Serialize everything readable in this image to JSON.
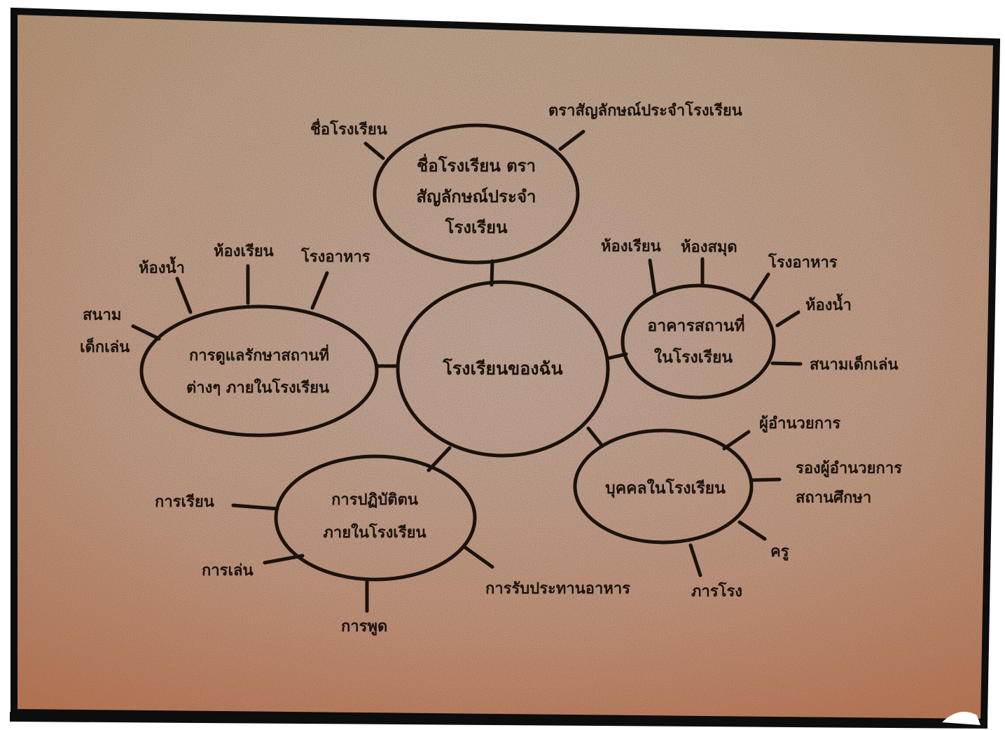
{
  "nodes": {
    "center": {
      "label": "โรงเรียนของฉัน"
    },
    "top": {
      "lines": [
        "ชื่อโรงเรียน ตรา",
        "สัญลักษณ์ประจำ",
        "โรงเรียน"
      ]
    },
    "right": {
      "lines": [
        "อาคารสถานที่",
        "ในโรงเรียน"
      ]
    },
    "left": {
      "lines": [
        "การดูแลรักษาสถานที่",
        "ต่างๆ ภายในโรงเรียน"
      ]
    },
    "bottom_left": {
      "lines": [
        "การปฏิบัติตน",
        "ภายในโรงเรียน"
      ]
    },
    "bottom_right": {
      "lines": [
        "บุคคลในโรงเรียน"
      ]
    }
  },
  "leaves": {
    "top": [
      "ชื่อโรงเรียน",
      "ตราสัญลักษณ์ประจำโรงเรียน"
    ],
    "left": [
      "ห้องน้ำ",
      "ห้องเรียน",
      "โรงอาหาร",
      "สนาม",
      "เด็กเล่น"
    ],
    "right": [
      "ห้องเรียน",
      "ห้องสมุด",
      "โรงอาหาร",
      "ห้องน้ำ",
      "สนามเด็กเล่น"
    ],
    "bottom_left": [
      "การเรียน",
      "การเล่น",
      "การพูด",
      "การรับประทานอาหาร"
    ],
    "bottom_right": [
      "ผู้อำนวยการ",
      "รองผู้อำนวยการ",
      "สถานศึกษา",
      "ครู",
      "ภารโรง"
    ]
  },
  "colors": {
    "background_light": "#c4a898",
    "background_warm": "#c88a6a",
    "ink": "#1a120c",
    "frame": "#0d0d0d"
  }
}
